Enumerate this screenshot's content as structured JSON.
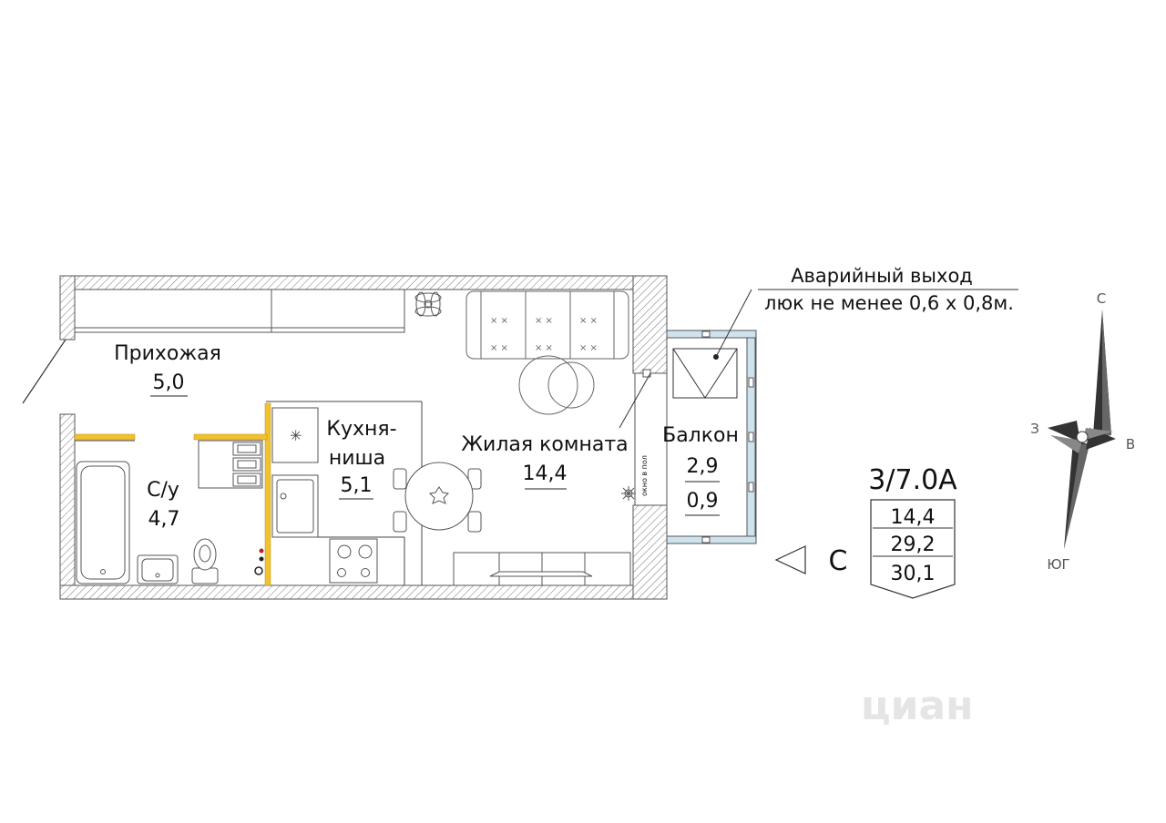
{
  "rooms": {
    "hall": {
      "name": "Прихожая",
      "area": "5,0"
    },
    "bath": {
      "name": "С/у",
      "area": "4,7"
    },
    "kitchen": {
      "name_1": "Кухня-",
      "name_2": "ниша",
      "area": "5,1"
    },
    "living": {
      "name": "Жилая комната",
      "area": "14,4"
    },
    "balcony": {
      "name": "Балкон",
      "area": "2,9",
      "area_coef": "0,9"
    }
  },
  "emergency_exit": {
    "line1": "Аварийный выход",
    "line2": "люк не менее 0,6 х 0,8м."
  },
  "window_note": "окно в пол",
  "apartment": {
    "code": "3/7.0А",
    "living_area": "14,4",
    "total_area": "29,2",
    "total_with_balcony": "30,1"
  },
  "orientation": {
    "marker": "С"
  },
  "compass": {
    "north": "С",
    "south": "ЮГ",
    "west": "З",
    "east": "В"
  },
  "watermark": "циан",
  "colors": {
    "wall_hatch": "#777777",
    "accent_wall": "#f2c12e",
    "window": "#cfe3ef"
  }
}
